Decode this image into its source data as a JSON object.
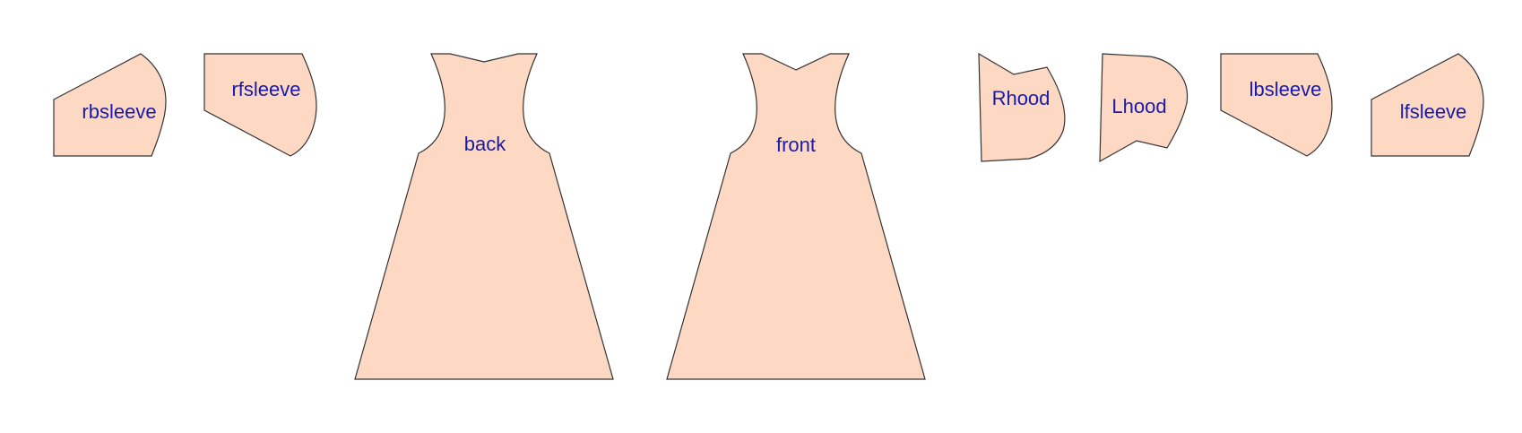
{
  "colors": {
    "background": "#ffffff",
    "piece_fill": "#fdd8c2",
    "piece_stroke": "#333333",
    "label_color": "#1a1aa8"
  },
  "pieces": [
    {
      "id": "rbsleeve",
      "label": "rbsleeve"
    },
    {
      "id": "rfsleeve",
      "label": "rfsleeve"
    },
    {
      "id": "back",
      "label": "back"
    },
    {
      "id": "front",
      "label": "front"
    },
    {
      "id": "rhood",
      "label": "Rhood"
    },
    {
      "id": "lhood",
      "label": "Lhood"
    },
    {
      "id": "lbsleeve",
      "label": "lbsleeve"
    },
    {
      "id": "lfsleeve",
      "label": "lfsleeve"
    }
  ]
}
